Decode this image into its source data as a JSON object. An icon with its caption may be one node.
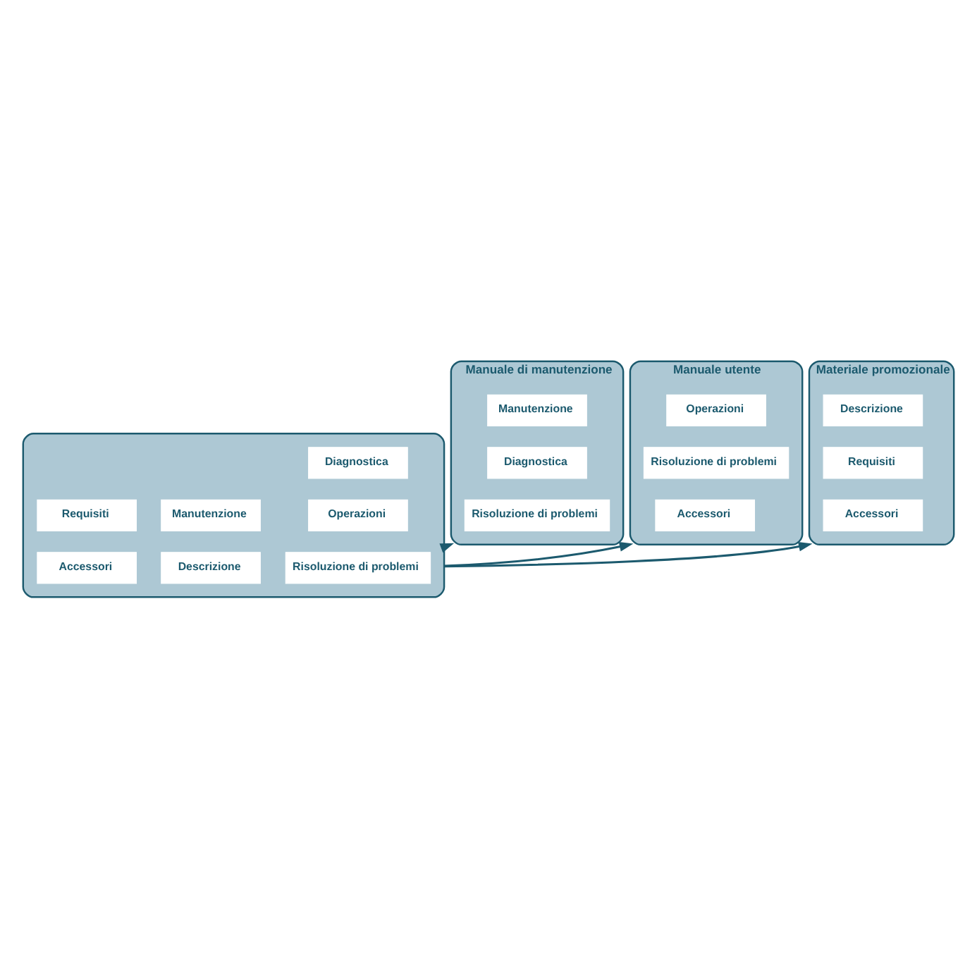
{
  "diagram": {
    "nodes": [
      {
        "text": [
          "Manuale di manutenzione"
        ]
      },
      {
        "text": [
          "Manutenzione"
        ],
        "in": 0
      },
      {
        "text": [
          "Diagnostica"
        ],
        "in": 0
      },
      {
        "text": [
          "Risoluzione di problemi"
        ],
        "in": 0
      },
      {
        "text": [
          "Manuale utente"
        ]
      },
      {
        "text": [
          "Operazioni"
        ],
        "in": 4
      },
      {
        "text": [
          "Risoluzione di problemi"
        ],
        "in": 4
      },
      {
        "text": [
          "Accessori"
        ],
        "in": 4
      },
      {
        "text": [
          "Materiale promozionale"
        ]
      },
      {
        "text": [
          "Descrizione"
        ],
        "in": 8
      },
      {
        "text": [
          "Requisiti"
        ],
        "in": 8
      },
      {
        "text": [
          "Accessori"
        ],
        "in": 8
      },
      {
        "text": [],
        "shape": "box"
      },
      {
        "text": [
          "Diagnostica"
        ],
        "in": 12
      },
      {
        "text": [
          "Manutenzione"
        ],
        "in": 12
      },
      {
        "text": [
          "Requisiti"
        ],
        "in": 12
      },
      {
        "text": [
          "Operazioni"
        ],
        "in": 12
      },
      {
        "text": [
          "Descrizione"
        ],
        "in": 12
      },
      {
        "text": [
          "Accessori"
        ],
        "in": 12
      },
      {
        "text": [
          "Risoluzione di problemi"
        ],
        "in": 12
      }
    ],
    "edges": [
      {
        "from": 12,
        "to": 0,
        "arrow": "to"
      },
      {
        "from": 12,
        "to": 4,
        "arrow": "to"
      },
      {
        "from": 12,
        "to": 8,
        "arrow": "to"
      }
    ]
  }
}
